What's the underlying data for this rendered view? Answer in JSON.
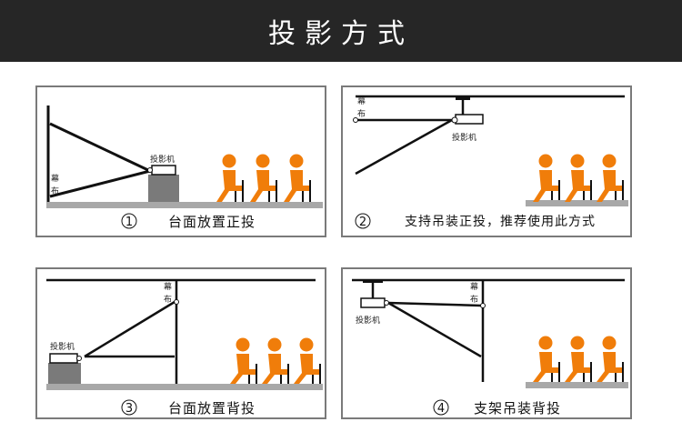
{
  "header": {
    "title": "投影方式"
  },
  "panels": [
    {
      "caption": "台面放置正投",
      "number": "1",
      "screen_label": "幕布",
      "projector_label": "投影机"
    },
    {
      "caption": "支持吊装正投，推荐使用此方式",
      "number": "2",
      "screen_label": "幕布",
      "projector_label": "投影机"
    },
    {
      "caption": "台面放置背投",
      "number": "3",
      "screen_label": "幕布",
      "projector_label": "投影机"
    },
    {
      "caption": "支架吊装背投",
      "number": "4",
      "screen_label": "幕布",
      "projector_label": "投影机"
    }
  ],
  "colors": {
    "header_bg": "#262626",
    "audience": "#f07d0a",
    "projector": "#7a7a7a",
    "floor": "#a8a8a8"
  }
}
